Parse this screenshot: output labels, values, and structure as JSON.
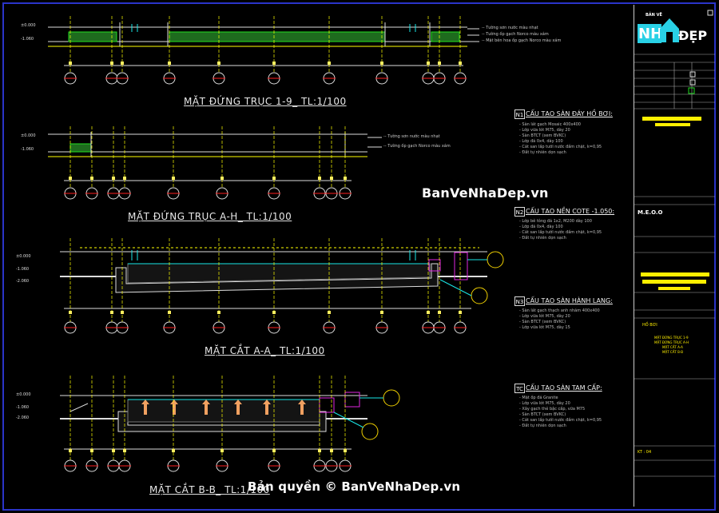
{
  "views": {
    "elev_1_9": {
      "title": "MẶT ĐỨNG TRỤC 1-9_ TL:1/100",
      "notes": [
        "-- Tường sơn nước màu nhạt",
        "-- Tường ốp gạch Norco màu xám",
        "-- Mặt bên hoa ốp gạch Norco màu xám"
      ],
      "levels": [
        "±0.000",
        "-1.060"
      ]
    },
    "elev_a_h": {
      "title": "MẶT ĐỨNG TRỤC A-H_ TL:1/100",
      "notes": [
        "-- Tường sơn nước màu nhạt",
        "-- Tường ốp gạch Norco màu xám"
      ],
      "levels": [
        "±0.000",
        "-1.060"
      ]
    },
    "sect_a_a": {
      "title": "MẶT CẮT A-A_ TL:1/100",
      "levels": [
        "±0.000",
        "-1.060",
        "-2.060"
      ]
    },
    "sect_b_b": {
      "title": "MẶT CẮT B-B_ TL:1/100",
      "levels": [
        "±0.000",
        "-1.060",
        "-2.060"
      ]
    }
  },
  "sections": [
    {
      "tag": "N1",
      "title": "CẤU TẠO SÀN ĐÁY HỒ BƠI:",
      "lines": [
        "- Sàn lát gạch Mosaic 400x400",
        "- Lớp vữa lót M75, dày 20",
        "- Sàn BTCT (xem BVKC)",
        "- Lớp đá 0x4, dày 100",
        "- Cát san lấp tưới nước đầm chặt, k=0,95",
        "- Đất tự nhiên dọn sạch"
      ]
    },
    {
      "tag": "N2",
      "title": "CẤU TẠO NỀN COTE -1.050:",
      "lines": [
        "- Lớp bê tông đá 1x2, M200 dày 100",
        "- Lớp đá 0x4, dày 100",
        "- Cát san lấp tưới nước đầm chặt, k=0,95",
        "- Đất tự nhiên dọn sạch"
      ]
    },
    {
      "tag": "N3",
      "title": "CẤU TẠO SÀN HÀNH LANG:",
      "lines": [
        "- Sàn lát gạch thạch anh nhám 400x400",
        "- Lớp vữa lót M75, dày 20",
        "- Sàn BTCT (xem BVKC)",
        "- Lớp vữa lót M75, dày 15"
      ]
    },
    {
      "tag": "TC",
      "title": "CẤU TẠO SÀN TAM CẤP:",
      "lines": [
        "- Mặt ốp đá Granite",
        "- Lớp vữa lót M75, dày 20",
        "- Xây gạch thẻ bậc cấp, vữa M75",
        "- Sàn BTCT (xem BVKC)",
        "- Cát san lấp tưới nước đầm chặt, k=0,95",
        "- Đất tự nhiên dọn sạch"
      ]
    }
  ],
  "watermarks": {
    "center": "BanVeNhaDep.vn",
    "footer": "Bản quyền © BanVeNhaDep.vn"
  },
  "title_block": {
    "logo_top": "BẢN VẼ",
    "logo_mid": "NH",
    "logo_end": "ĐẸP",
    "proj_code": "M.E.O.O",
    "drawing_name": "HỒ BƠI",
    "content_lines": [
      "MẶT ĐỨNG TRỤC 1-9",
      "MẶT ĐỨNG TRỤC A-H",
      "MẶT CẮT A-A",
      "MẶT CẮT B-B"
    ],
    "sheet_no": "KT : 04"
  },
  "colors": {
    "frame": "#2a34c8",
    "axis": "#ffff00",
    "red": "#ff2020",
    "green": "#22dd22",
    "cyan": "#19e6e6",
    "magenta": "#e026e0",
    "orange": "#f0a060"
  }
}
